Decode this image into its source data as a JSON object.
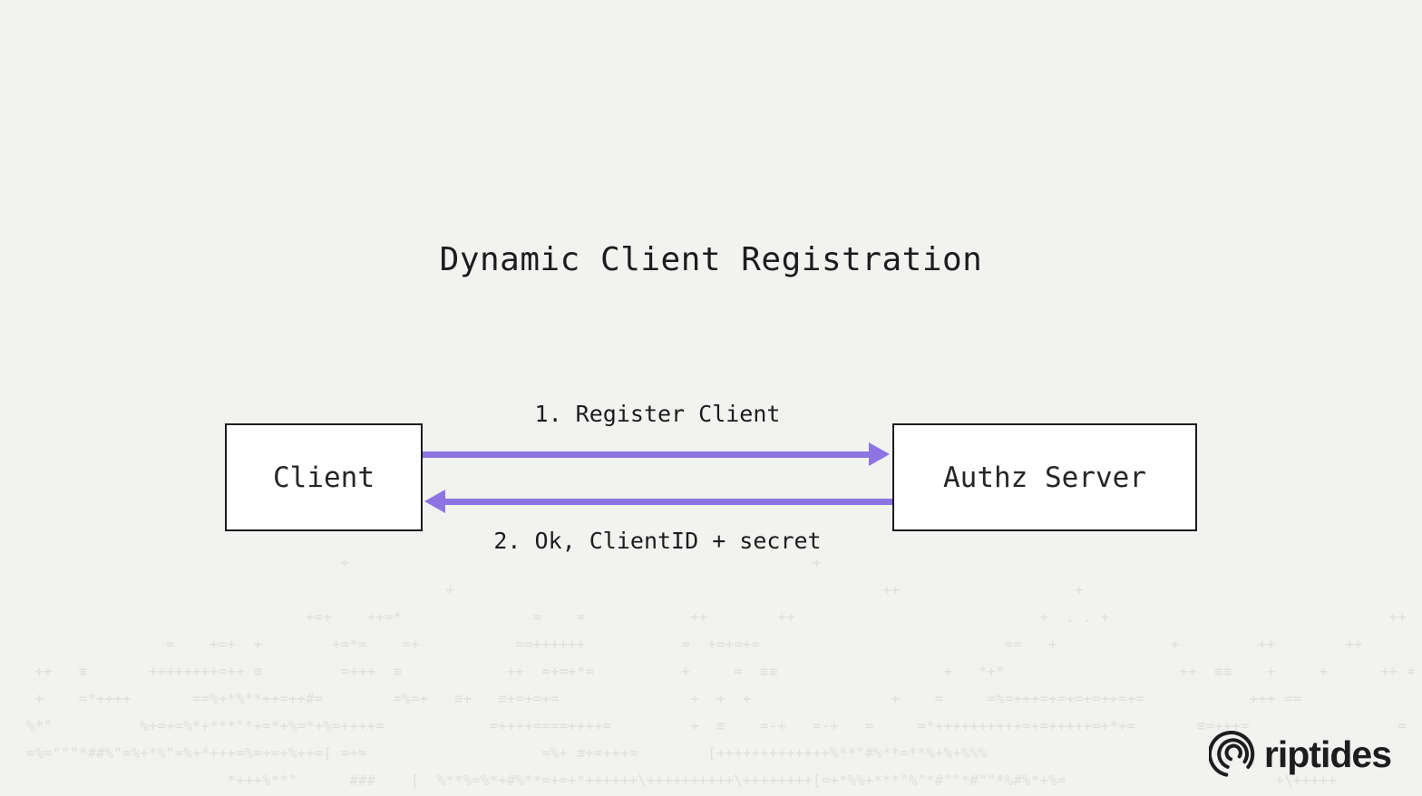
{
  "page": {
    "background_color": "#f2f2f0",
    "ink_color": "#1c1c1c",
    "accent_color": "#8d74e3",
    "faint_pattern_color": "#e0dfdc"
  },
  "title": "Dynamic Client Registration",
  "diagram": {
    "client_box_label": "Client",
    "authz_box_label": "Authz Server",
    "arrow1": {
      "label": "1. Register Client",
      "direction": "right",
      "from": "Client",
      "to": "Authz Server"
    },
    "arrow2": {
      "label": "2. Ok, ClientID + secret",
      "direction": "left",
      "from": "Authz Server",
      "to": "Client"
    }
  },
  "brand": {
    "name": "riptides",
    "icon": "riptides-swirl-icon"
  },
  "ascii_rows": [
    "                                       +                                                     +",
    "                                                   +                                                 ++                    +",
    "                                   +=+    ++=*               =    =            ++        ++                            +  . . +                                ++",
    "                   =    +=+  +        +=*=    =+           ==++++++           =  +=+=+=                            ==   +             +         ++        ++",
    "    ++   ≡       ++++++++=++ ≡         =+++  ≡            ++  =+=+*=          +     =  ≡≡                   +   *+*                    ++  ≡≡    +     +      ++ =",
    "    +    =*++++       ==%+*%**++=++#=        =%=+   ≡+   ≡+=+=+=               +  +  +                +    =     =%=+++=+=+=+=++=+=            +++ ==",
    "   %*\"          %+=+=%*+***\"*+=*+%=*+%=++++=            =++++====++++=         +  ≡    =-+   =-+   =     =*++++++++++=+=+++++=+*+=       ≡=+++=                 =",
    "   =%=\"\"\"*##%\"=%+*%\"=%+*+++=%=+=+%++=[ =+=                    =%+ ≡+=+++=        [+++++++++++++%**\"#%**=**%+%+%%%                          =+",
    "                          *+++%**\"      ###    [  %**%=%*+#%**=+=+*++++++\\++++++++++\\++++++++[=+*%%+***\"%\"*#\"\"*#\"\"*%#%*+%=                        +\\+++++"
  ]
}
